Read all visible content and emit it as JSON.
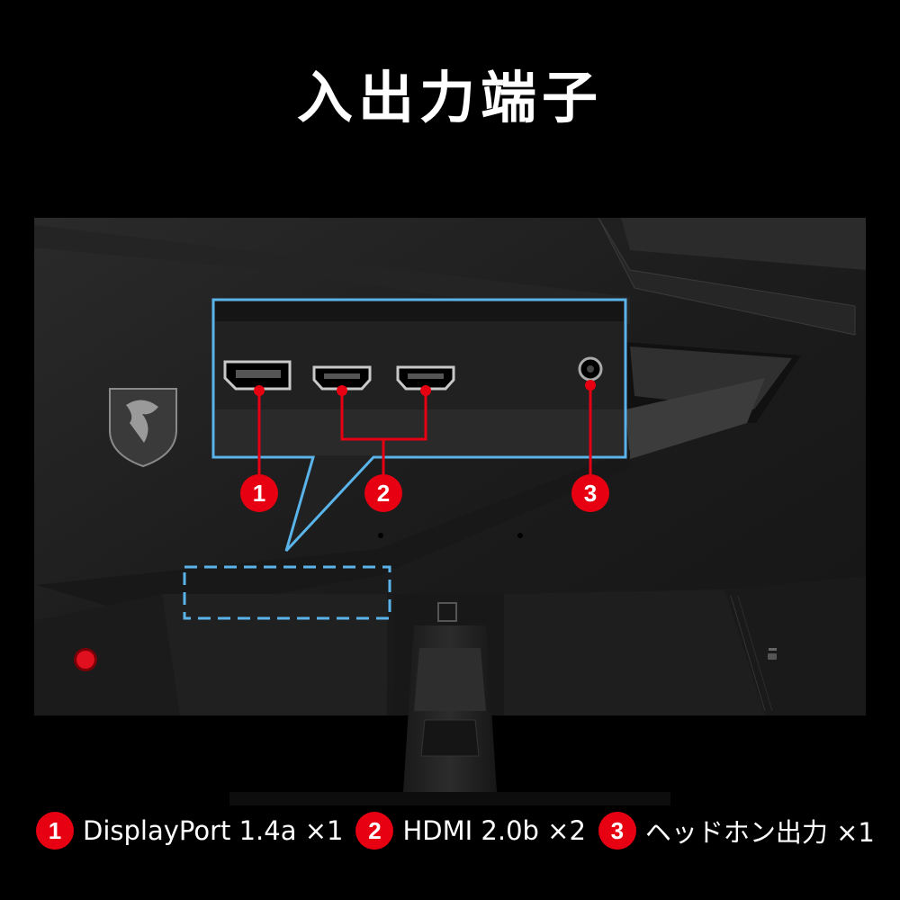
{
  "title": "入出力端子",
  "colors": {
    "accent_red": "#e60012",
    "highlight_blue": "#5ab4ea",
    "monitor_body": "#1e1e1e",
    "background": "#000000"
  },
  "callouts": [
    {
      "number": "1",
      "label": "DisplayPort 1.4a ×1"
    },
    {
      "number": "2",
      "label": "HDMI 2.0b ×2"
    },
    {
      "number": "3",
      "label": "ヘッドホン出力 ×1"
    }
  ]
}
